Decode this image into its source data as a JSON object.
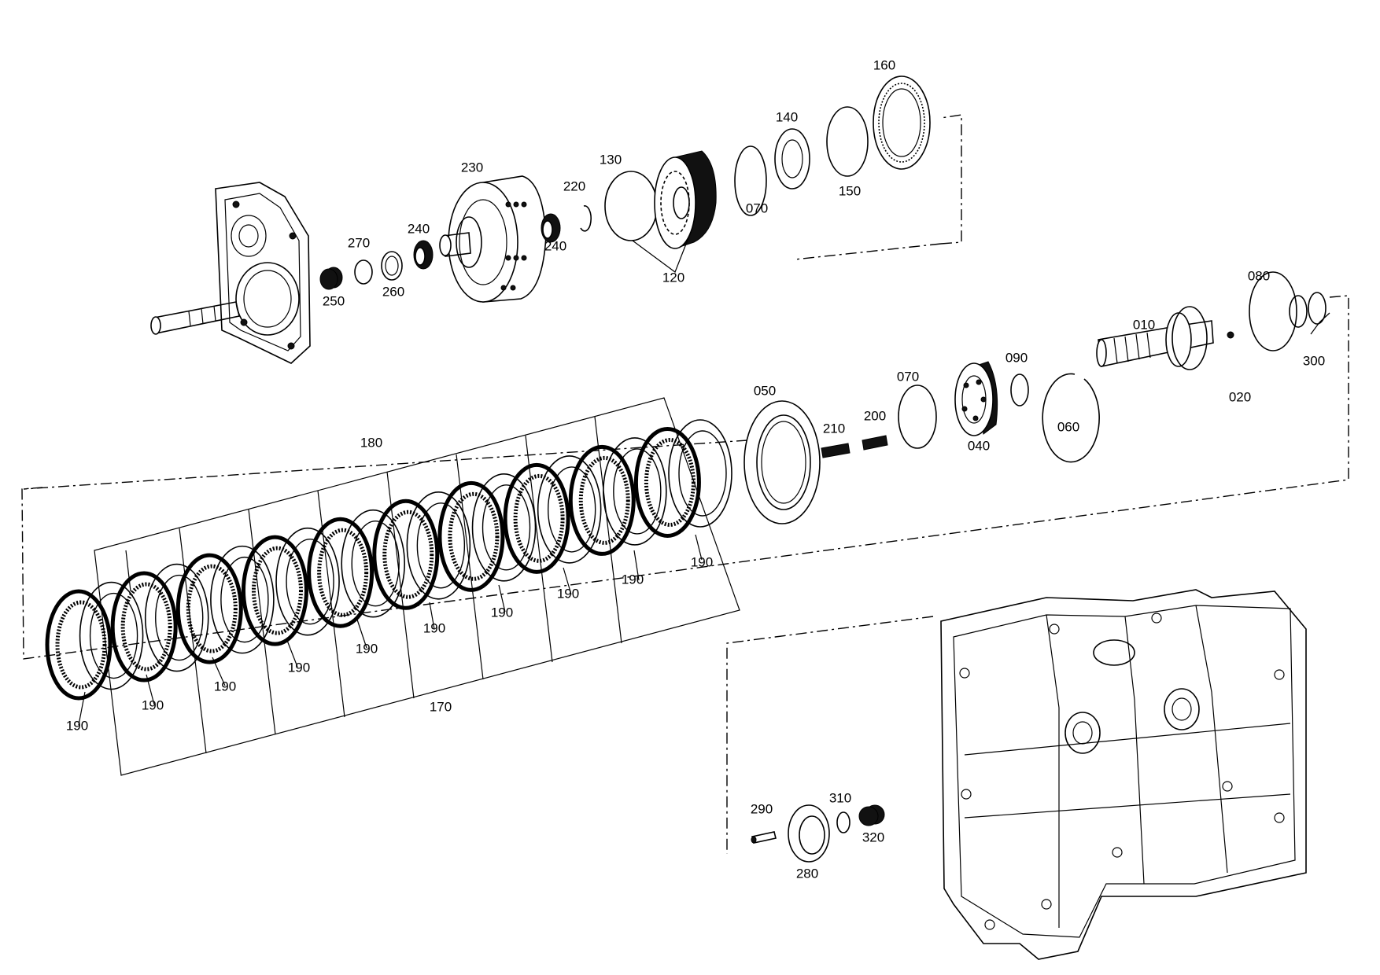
{
  "diagram": {
    "callouts": {
      "p010": "010",
      "p020": "020",
      "p040": "040",
      "p050": "050",
      "p060": "060",
      "p070a": "070",
      "p070b": "070",
      "p080": "080",
      "p090": "090",
      "p120": "120",
      "p130": "130",
      "p140": "140",
      "p150": "150",
      "p160": "160",
      "p170": "170",
      "p180": "180",
      "p190a": "190",
      "p190b": "190",
      "p190c": "190",
      "p190d": "190",
      "p190e": "190",
      "p190f": "190",
      "p190g": "190",
      "p190h": "190",
      "p190i": "190",
      "p190j": "190",
      "p200": "200",
      "p210": "210",
      "p220": "220",
      "p230": "230",
      "p240a": "240",
      "p240b": "240",
      "p250": "250",
      "p260": "260",
      "p270": "270",
      "p280": "280",
      "p290": "290",
      "p300": "300",
      "p310": "310",
      "p320": "320"
    }
  }
}
